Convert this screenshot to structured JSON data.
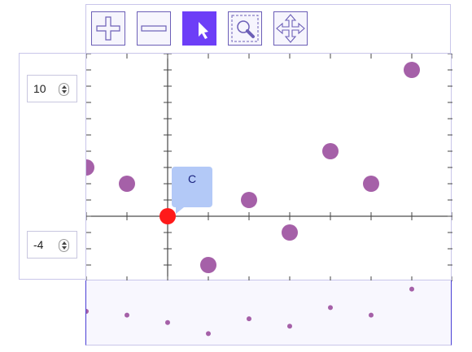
{
  "toolbar": {
    "tools": [
      {
        "name": "zoom-in",
        "icon": "plus-icon",
        "active": false
      },
      {
        "name": "zoom-out",
        "icon": "minus-icon",
        "active": false
      },
      {
        "name": "select",
        "icon": "pointer-icon",
        "active": true
      },
      {
        "name": "zoom-box",
        "icon": "magnifier-box-icon",
        "active": false
      },
      {
        "name": "pan",
        "icon": "move-arrows-icon",
        "active": false
      }
    ]
  },
  "controls": {
    "y_max": "10",
    "y_min": "-4"
  },
  "tooltip": {
    "label": "C"
  },
  "colors": {
    "accent": "#6d3ef7",
    "point": "#a560a8",
    "highlight": "#ff1a1a",
    "tooltip_bg": "#b3c9f7"
  },
  "chart_data": {
    "type": "scatter",
    "xlim": [
      -1,
      3.5
    ],
    "ylim": [
      -4,
      10
    ],
    "points": [
      {
        "x": -1,
        "y": 3
      },
      {
        "x": -0.5,
        "y": 2
      },
      {
        "x": 0,
        "y": 0,
        "label": "C",
        "highlight": true
      },
      {
        "x": 0.5,
        "y": -3
      },
      {
        "x": 1,
        "y": 1
      },
      {
        "x": 1.5,
        "y": -1
      },
      {
        "x": 2,
        "y": 4
      },
      {
        "x": 2.5,
        "y": 2
      },
      {
        "x": 3,
        "y": 9
      }
    ],
    "grid": false,
    "legend": "none"
  }
}
